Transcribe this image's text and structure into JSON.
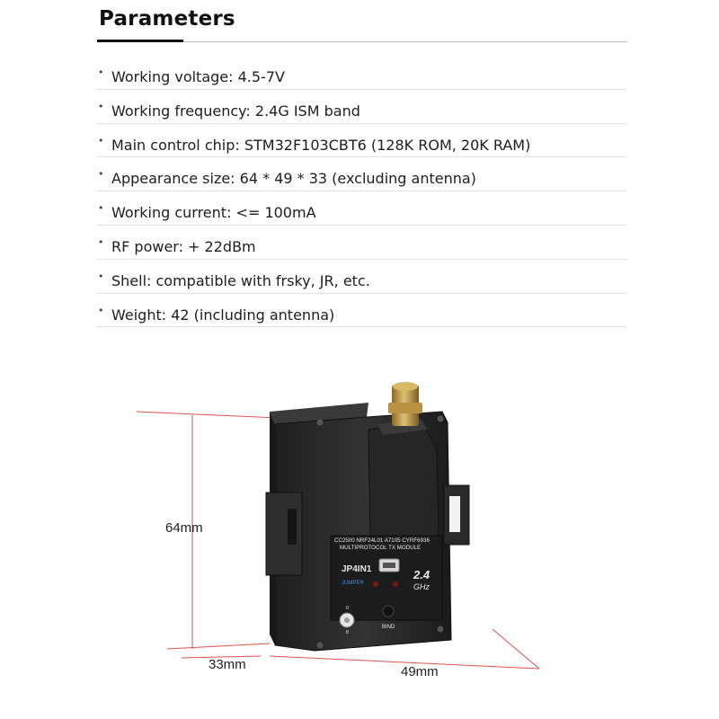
{
  "heading": "Parameters",
  "bullet": "•",
  "specs": [
    "Working voltage: 4.5-7V",
    "Working frequency: 2.4G ISM band",
    "Main control chip: STM32F103CBT6 (128K ROM, 20K RAM)",
    "Appearance size: 64 * 49 * 33 (excluding antenna)",
    "Working current: <= 100mA",
    "RF power: + 22dBm",
    "Shell: compatible with frsky, JR, etc.",
    "Weight: 42 (including antenna)"
  ],
  "dimensions": {
    "height": "64mm",
    "depth": "33mm",
    "width": "49mm"
  },
  "module": {
    "chip_line": "CC2500 NRF24L01 A7105 CYRF6936",
    "protocol_line": "MULTIPROTOCOL TX MODULE",
    "brand": "JP4IN1",
    "band_value": "2.4",
    "band_unit": "GHz",
    "bind_label": "BIND",
    "sub_brand": "JUMPER",
    "dial_top": "0",
    "dial_bottom": "8"
  },
  "colors": {
    "dimension_line": "#e05050",
    "module_body": "#2b2b2b",
    "antenna_gold": "#c9a24a"
  }
}
